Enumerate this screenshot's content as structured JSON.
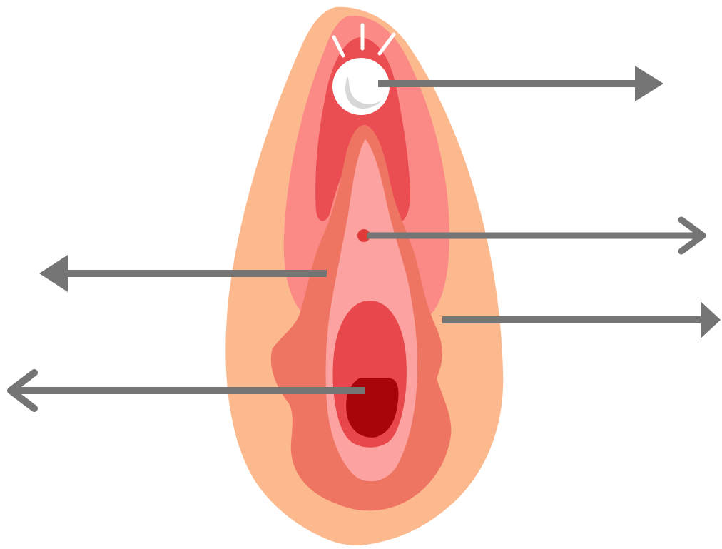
{
  "diagram": {
    "title": "",
    "colors": {
      "background": "#ffffff",
      "outer_skin": "#fcb98e",
      "inner_lip": "#fb8a86",
      "hood": "#ea4d52",
      "labia_minora": "#ef7563",
      "vestibule": "#fca3a1",
      "opening": "#e8474b",
      "opening_rim": "#fca3a1",
      "canal": "#a8050b",
      "glans": "#ffffff",
      "glans_shade": "#d7d7d7",
      "urethral_dot": "#e03a3a",
      "arrow": "#757575"
    },
    "parts": [
      {
        "id": "clitoris",
        "icon": "circle-highlight"
      },
      {
        "id": "urethral-opening",
        "icon": "dot"
      },
      {
        "id": "labia-minora",
        "icon": "fold"
      },
      {
        "id": "labia-majora",
        "icon": "outer-fold"
      },
      {
        "id": "vaginal-opening",
        "icon": "oval"
      }
    ],
    "arrows": [
      {
        "id": "arrow-clitoris",
        "direction": "right",
        "head": "filled-triangle"
      },
      {
        "id": "arrow-urethral-opening",
        "direction": "right",
        "head": "open-chevron"
      },
      {
        "id": "arrow-labia-minora",
        "direction": "left",
        "head": "filled-triangle"
      },
      {
        "id": "arrow-labia-majora",
        "direction": "right",
        "head": "filled-triangle"
      },
      {
        "id": "arrow-vaginal-opening",
        "direction": "left",
        "head": "open-chevron"
      }
    ]
  }
}
